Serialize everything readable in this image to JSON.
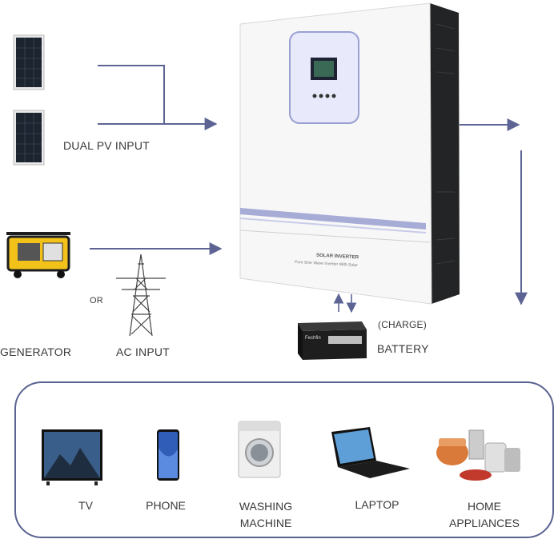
{
  "labels": {
    "dual_pv_input": "DUAL PV INPUT",
    "or": "OR",
    "generator": "GENERATOR",
    "ac_input": "AC INPUT",
    "charge": "(CHARGE)",
    "battery": "BATTERY"
  },
  "inverter": {
    "brand_line": "SOLAR INVERTER",
    "sub_line": "Pure Sine Wave Inverter With Solar"
  },
  "battery_brand": "Fechfin",
  "appliances": [
    {
      "label": "TV"
    },
    {
      "label": "PHONE"
    },
    {
      "label": "WASHING MACHINE",
      "line1": "WASHING",
      "line2": "MACHINE"
    },
    {
      "label": "LAPTOP"
    },
    {
      "label": "HOME APPLIANCES",
      "line1": "HOME",
      "line2": "APPLIANCES"
    }
  ],
  "colors": {
    "arrow": "#5d6494",
    "frame": "#5a6290",
    "inverter_accent": "#a7acd6",
    "inverter_dark": "#232426"
  },
  "icons": [
    "solar-panel-icon",
    "generator-icon",
    "power-tower-icon",
    "battery-icon",
    "tv-icon",
    "phone-icon",
    "washing-machine-icon",
    "laptop-icon",
    "home-appliances-icon"
  ]
}
